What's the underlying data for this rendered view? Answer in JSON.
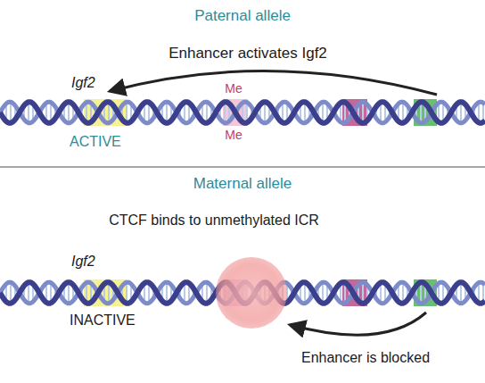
{
  "diagram": {
    "labels": [
      "Paternal allele",
      "Enhancer activates Igf2",
      "Igf2",
      "Me",
      "Me",
      "ACTIVE",
      "Maternal allele",
      "CTCF binds to unmethylated ICR",
      "Igf2",
      "INACTIVE",
      "Enhancer is blocked"
    ]
  }
}
